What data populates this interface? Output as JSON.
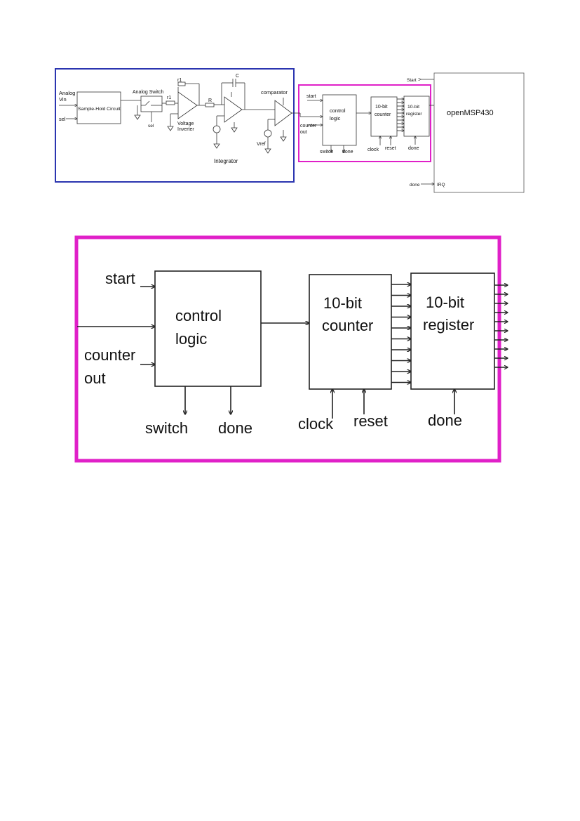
{
  "top": {
    "analog_vin_1": "Analog",
    "analog_vin_2": "Vin",
    "sel_in": "sel",
    "sample_hold": "Sample-Hold Circuit",
    "analog_switch": "Analog Switch",
    "switch_sel": "sel",
    "r1_top": "r1",
    "r1_in": "r1",
    "inverter_1": "Voltage",
    "inverter_2": "Inverter",
    "resistor": "R",
    "capacitor": "C",
    "integrator": "Integrator",
    "comparator": "comparator",
    "vref": "Vref",
    "start": "start",
    "counter_out_1": "counter",
    "counter_out_2": "out",
    "control_1": "control",
    "control_2": "logic",
    "switch_out": "switch",
    "done_out": "done",
    "counter_1": "10-bit",
    "counter_2": "counter",
    "clock": "clock",
    "reset": "reset",
    "register_1": "10-bit",
    "register_2": "register",
    "register_done": "done",
    "mcu": "openMSP430",
    "mcu_start": "Start",
    "mcu_done": "done",
    "mcu_irq": "IRQ"
  },
  "detail": {
    "start": "start",
    "counter_out_1": "counter",
    "counter_out_2": "out",
    "control_1": "control",
    "control_2": "logic",
    "switch_out": "switch",
    "done_out": "done",
    "counter_1": "10-bit",
    "counter_2": "counter",
    "clock": "clock",
    "reset": "reset",
    "register_1": "10-bit",
    "register_2": "register",
    "register_done": "done"
  },
  "colors": {
    "analog_frame": "#2b35b0",
    "digital_frame": "#e020c8",
    "line": "#222222"
  }
}
